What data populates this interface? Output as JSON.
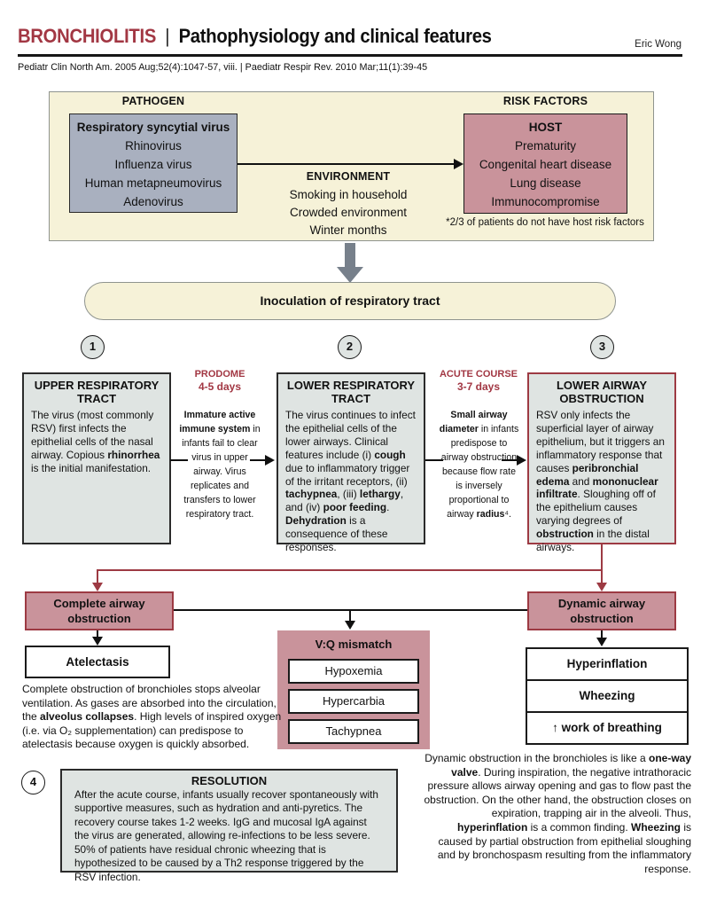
{
  "header": {
    "title": "BRONCHIOLITIS",
    "separator": "|",
    "subtitle": "Pathophysiology and clinical features",
    "author": "Eric Wong",
    "citation": "Pediatr Clin North Am. 2005 Aug;52(4):1047-57, viii.  |  Paediatr Respir Rev. 2010 Mar;11(1):39-45"
  },
  "etiology": {
    "pathogen_label": "PATHOGEN",
    "pathogens": [
      "Respiratory syncytial virus",
      "Rhinovirus",
      "Influenza virus",
      "Human metapneumovirus",
      "Adenovirus"
    ],
    "environment_label": "ENVIRONMENT",
    "environment": [
      "Smoking in household",
      "Crowded environment",
      "Winter months"
    ],
    "risk_label": "RISK FACTORS",
    "host_label": "HOST",
    "host_factors": [
      "Prematurity",
      "Congenital heart disease",
      "Lung disease",
      "Immunocompromise"
    ],
    "host_note": "*2/3 of patients do not have host risk factors"
  },
  "inoculation_label": "Inoculation of respiratory tract",
  "steps": {
    "numbers": [
      "1",
      "2",
      "3"
    ],
    "step1": {
      "title": "UPPER RESPIRATORY TRACT",
      "body": [
        {
          "t": "The virus (most commonly RSV) first infects the epithelial cells of the nasal airway. Copious "
        },
        {
          "t": "rhinorrhea",
          "b": 1
        },
        {
          "t": " is the initial manifestation."
        }
      ]
    },
    "prodome": {
      "label": "PRODOME",
      "duration": "4-5 days",
      "body": [
        {
          "t": "Immature active immune system",
          "b": 1
        },
        {
          "t": " in infants fail to clear virus in upper airway. Virus replicates and transfers to lower respiratory tract."
        }
      ]
    },
    "step2": {
      "title": "LOWER RESPIRATORY TRACT",
      "body": [
        {
          "t": "The virus continues to infect the epithelial cells of the lower airways. Clinical features include (i) "
        },
        {
          "t": "cough",
          "b": 1
        },
        {
          "t": " due to inflammatory trigger of the irritant receptors, (ii) "
        },
        {
          "t": "tachypnea",
          "b": 1
        },
        {
          "t": ", (iii) "
        },
        {
          "t": "lethargy",
          "b": 1
        },
        {
          "t": ", and (iv) "
        },
        {
          "t": "poor feeding",
          "b": 1
        },
        {
          "t": ". "
        },
        {
          "t": "Dehydration",
          "b": 1
        },
        {
          "t": " is a consequence of these responses."
        }
      ]
    },
    "acute": {
      "label": "ACUTE COURSE",
      "duration": "3-7 days",
      "body": [
        {
          "t": "Small airway diameter",
          "b": 1
        },
        {
          "t": " in infants predispose to airway obstruction because flow rate is inversely proportional to airway "
        },
        {
          "t": "radius",
          "b": 1
        },
        {
          "t": "⁴."
        }
      ]
    },
    "step3": {
      "title": "LOWER AIRWAY OBSTRUCTION",
      "body": [
        {
          "t": "RSV only infects the superficial layer of airway epithelium, but it triggers an inflammatory response that causes "
        },
        {
          "t": "peribronchial edema",
          "b": 1
        },
        {
          "t": " and "
        },
        {
          "t": "mononuclear infiltrate",
          "b": 1
        },
        {
          "t": ". Sloughing off of the epithelium causes varying degrees of "
        },
        {
          "t": "obstruction",
          "b": 1
        },
        {
          "t": " in the distal airways."
        }
      ]
    }
  },
  "outcomes": {
    "complete_label": "Complete airway obstruction",
    "dynamic_label": "Dynamic airway obstruction",
    "atelectasis_label": "Atelectasis",
    "vq_title": "V:Q mismatch",
    "vq_items": [
      "Hypoxemia",
      "Hypercarbia",
      "Tachypnea"
    ],
    "dynamic_items": [
      "Hyperinflation",
      "Wheezing",
      "↑ work of breathing"
    ],
    "complete_para": [
      {
        "t": "Complete obstruction of bronchioles stops alveolar ventilation. As gases are absorbed into the circulation, the "
      },
      {
        "t": "alveolus collapses",
        "b": 1
      },
      {
        "t": ". High levels of inspired oxygen (i.e. via O₂ supplementation) can predispose to atelectasis because oxygen is quickly absorbed."
      }
    ],
    "dynamic_para": [
      {
        "t": "Dynamic obstruction in the bronchioles is like a "
      },
      {
        "t": "one-way valve",
        "b": 1
      },
      {
        "t": ". During inspiration, the negative intrathoracic pressure allows airway opening and gas to flow past the obstruction. On the other hand, the obstruction closes on expiration, trapping air in the alveoli. Thus, "
      },
      {
        "t": "hyperinflation",
        "b": 1
      },
      {
        "t": " is a common finding. "
      },
      {
        "t": "Wheezing",
        "b": 1
      },
      {
        "t": " is caused by partial obstruction from epithelial sloughing and by bronchospasm resulting from the inflammatory response."
      }
    ]
  },
  "resolution": {
    "number": "4",
    "title": "RESOLUTION",
    "body": "After the acute course, infants usually recover spontaneously with supportive measures, such as hydration and anti-pyretics. The recovery course takes 1-2 weeks. IgG and mucosal IgA against the virus are generated, allowing re-infections to be less severe. 50% of patients have residual chronic wheezing that is hypothesized to be caused by a Th2 response triggered by the RSV infection."
  },
  "colors": {
    "accent_red": "#a23743",
    "connector_red": "#9d3a43",
    "pink": "#c9939b",
    "slate_blue": "#a9b0bf",
    "cream": "#f6f2d8",
    "box_gray": "#dfe4e2",
    "arrow_gray": "#77808b"
  }
}
